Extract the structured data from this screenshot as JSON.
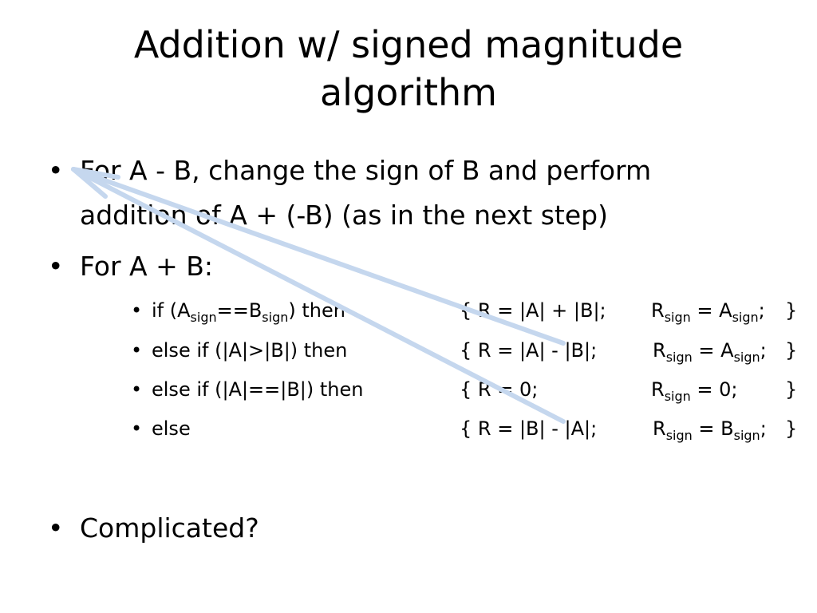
{
  "slide": {
    "title_line1": "Addition w/ signed magnitude",
    "title_line2": "algorithm",
    "bullet_char": "•",
    "bullet1_line1": "For A - B, change the sign of B and perform",
    "bullet1_line2": "addition of A + (-B) (as in the next step)",
    "bullet2": "For A + B:",
    "bullet3": "Complicated?",
    "sub_bullets": [
      {
        "cond_pre": "if  (A",
        "cond_sub1": "sign",
        "cond_mid": "==B",
        "cond_sub2": "sign",
        "cond_post": ")  then",
        "rhs": "{  R = |A| + |B|;",
        "rsign_pre": "R",
        "rsign_sub": "sign",
        "rsign_mid": " = A",
        "rsign_sub2": "sign",
        "rsign_post": ";",
        "close": "}"
      },
      {
        "cond": "else if  (|A|>|B|)  then",
        "rhs": "{  R = |A| - |B|;",
        "rsign_pre": "R",
        "rsign_sub": "sign",
        "rsign_mid": " = A",
        "rsign_sub2": "sign",
        "rsign_post": ";",
        "close": "}"
      },
      {
        "cond": "else if  (|A|==|B|)  then",
        "rhs": "{  R = 0;",
        "rsign_pre": "R",
        "rsign_sub": "sign",
        "rsign_mid": " = 0;",
        "close": "}"
      },
      {
        "cond": "else",
        "rhs": "{  R = |B| - |A|;",
        "rsign_pre": "R",
        "rsign_sub": "sign",
        "rsign_mid": " = B",
        "rsign_sub2": "sign",
        "rsign_post": ";",
        "close": "}"
      }
    ],
    "annotation_color": "#c5d7ee"
  }
}
